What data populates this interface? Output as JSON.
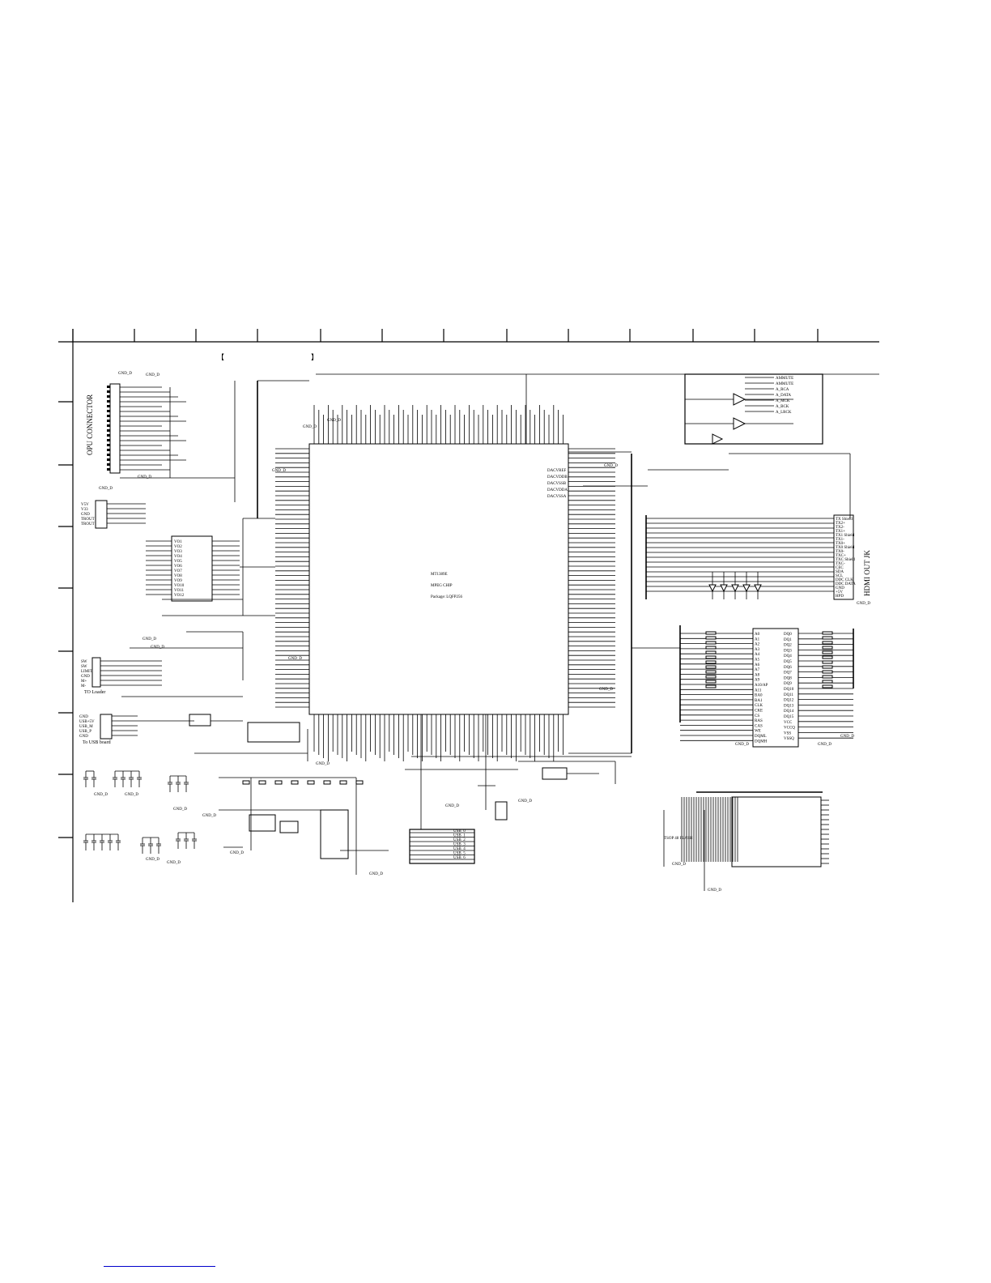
{
  "title_bracket_open": "【",
  "title_bracket_close": "】",
  "connectors": {
    "opu": "OPU CONNECTOR",
    "loader": "TO Loader",
    "usb": "To USB board",
    "hdmi": "HDMI OUT JK"
  },
  "main_chip": {
    "line1": "MT1389E",
    "line2": "MPEG CHIP",
    "line3": "Package: LQFP256"
  },
  "ground_label": "GND_D",
  "left_pins": [
    "V5V",
    "V33",
    "GND",
    "TROUT",
    "TROUT"
  ],
  "loader_pins": [
    "SW",
    "SW",
    "LIMIT",
    "GND",
    "M+",
    "M-"
  ],
  "usb_pins": [
    "GND",
    "USB+5V",
    "USB_M",
    "USB_P",
    "GND"
  ],
  "audio_labels": [
    "AMMUTE",
    "AMMUTE",
    "A_RCA",
    "A_DATA",
    "A_MCK",
    "A_BCK",
    "A_LRCK"
  ],
  "hdmi_pins": [
    "TX Shield",
    "TX2+",
    "TX2-",
    "TX1+",
    "TX1 Shield",
    "TX1-",
    "TX0+",
    "TX0 Shield",
    "TX0-",
    "TXC+",
    "TXC Shield",
    "TXC-",
    "CEC",
    "SDA",
    "SCL",
    "DDC CLK",
    "DDC DATA",
    "GND",
    "+5V",
    "HPD"
  ],
  "sdram_left": [
    "A0",
    "A1",
    "A2",
    "A3",
    "A4",
    "A5",
    "A6",
    "A7",
    "A8",
    "A9",
    "A10/AP",
    "A11",
    "BA0",
    "BA1",
    "CLK",
    "CKE",
    "CS",
    "RAS",
    "CAS",
    "WE",
    "DQML",
    "DQMH"
  ],
  "sdram_right": [
    "DQ0",
    "DQ1",
    "DQ2",
    "DQ3",
    "DQ4",
    "DQ5",
    "DQ6",
    "DQ7",
    "DQ8",
    "DQ9",
    "DQ10",
    "DQ11",
    "DQ12",
    "DQ13",
    "DQ14",
    "DQ15",
    "VCC",
    "VCCQ",
    "VSS",
    "VSSQ"
  ],
  "flash_label": "TSOP 48 FLASH",
  "dac_labels": [
    "DACVREF",
    "DACVDDB",
    "DACVSSB",
    "DACVDDA",
    "DACVSSA"
  ],
  "column_ticks": 13,
  "row_ticks": 9
}
